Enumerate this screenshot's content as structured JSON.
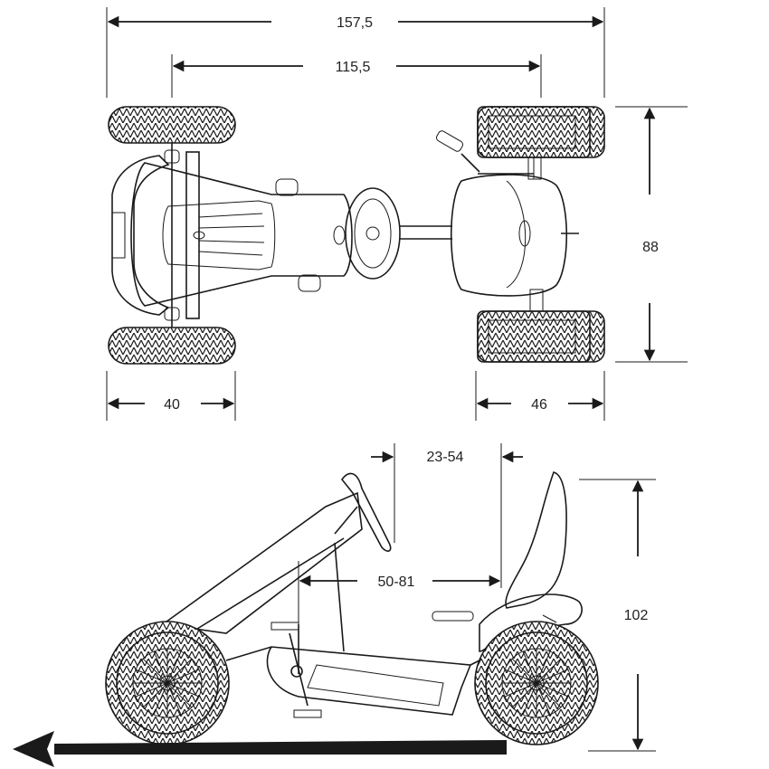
{
  "dimensions": {
    "overall_length": "157,5",
    "wheelbase": "115,5",
    "overall_width": "88",
    "front_track_span": "40",
    "rear_track_span": "46",
    "steering_adjust": "23-54",
    "seat_adjust": "50-81",
    "height": "102"
  },
  "colors": {
    "ink": "#1a1a1a",
    "background": "#ffffff"
  }
}
